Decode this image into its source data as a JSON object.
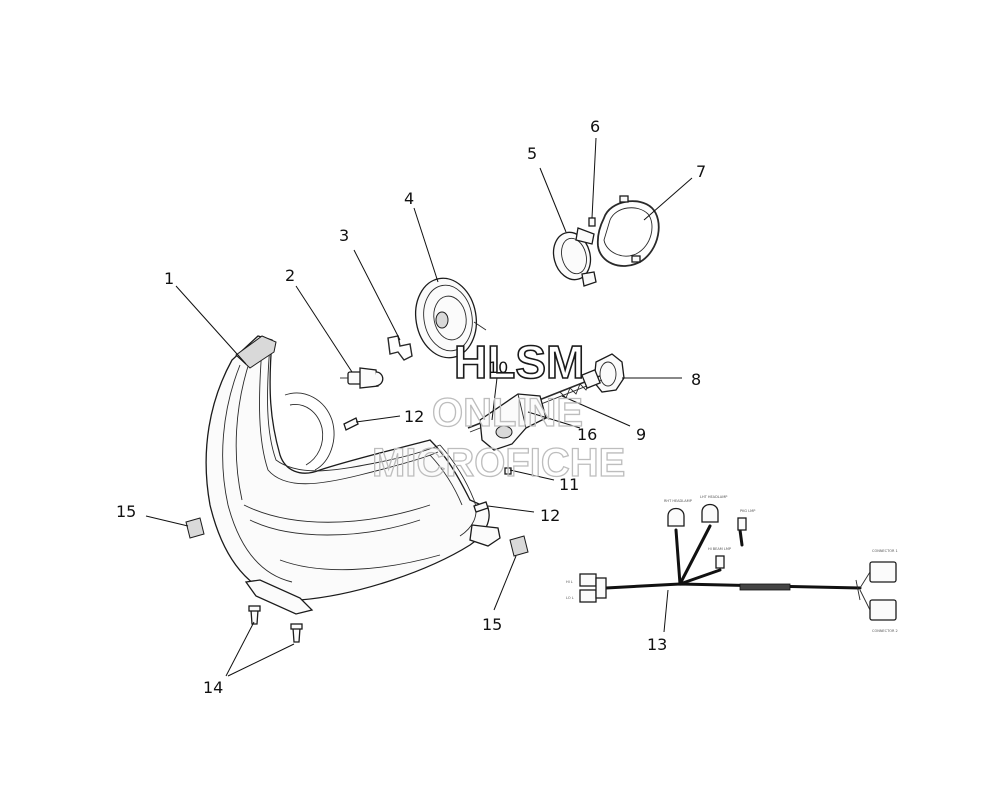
{
  "callouts": [
    "1",
    "2",
    "3",
    "4",
    "5",
    "6",
    "7",
    "8",
    "9",
    "10",
    "11",
    "12",
    "12",
    "13",
    "14",
    "15",
    "15",
    "16"
  ],
  "watermark": {
    "line1": "HLSM",
    "line2": "ONLINE",
    "line3": "MICROFICHE"
  },
  "harness_tags": {
    "left_upper": "HI L",
    "left_lower": "LO L",
    "top1": "RHT HEADLAMP",
    "top2": "LHT HEADLAMP",
    "top3": "PKG LMP",
    "mid": "HI BEAM LMP",
    "right_upper": "CONNECTOR 1",
    "right_lower": "CONNECTOR 2"
  }
}
